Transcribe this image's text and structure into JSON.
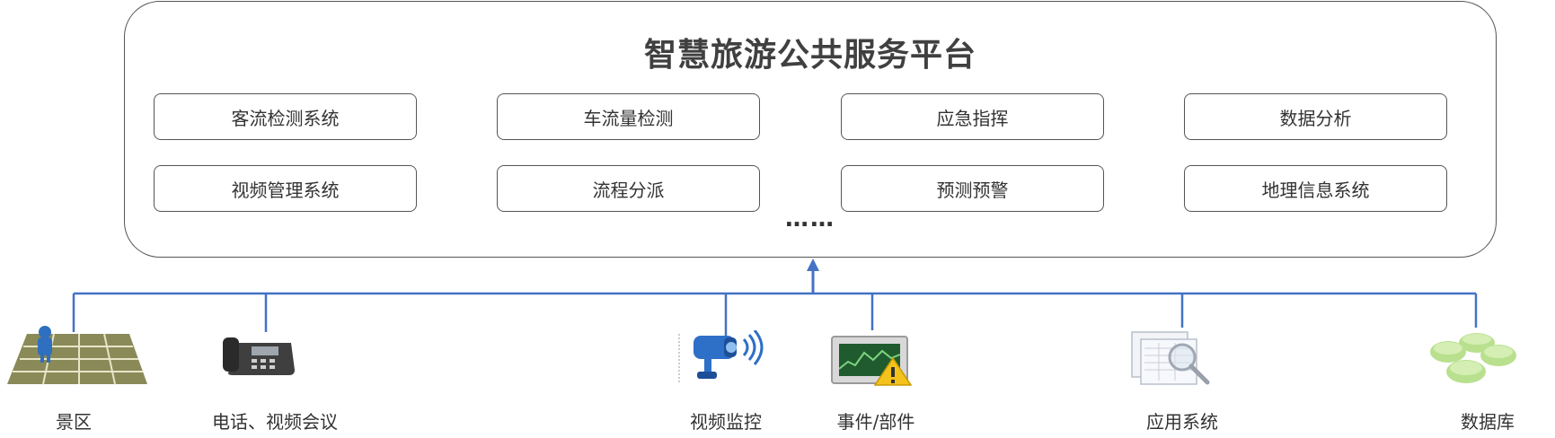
{
  "platform": {
    "title": "智慧旅游公共服务平台",
    "modules": [
      "客流检测系统",
      "车流量检测",
      "应急指挥",
      "数据分析",
      "视频管理系统",
      "流程分派",
      "预测预警",
      "地理信息系统"
    ],
    "ellipsis": "……"
  },
  "sources": [
    {
      "label": "景区",
      "icon": "scenic-area-icon"
    },
    {
      "label": "电话、视频会议",
      "icon": "telephone-icon"
    },
    {
      "label": "视频监控",
      "icon": "surveillance-camera-icon"
    },
    {
      "label": "事件/部件",
      "icon": "event-warning-icon"
    },
    {
      "label": "应用系统",
      "icon": "application-system-icon"
    },
    {
      "label": "数据库",
      "icon": "database-icon"
    }
  ],
  "colors": {
    "connector": "#4472c4",
    "border": "#555555",
    "database": "#b9e08e"
  }
}
